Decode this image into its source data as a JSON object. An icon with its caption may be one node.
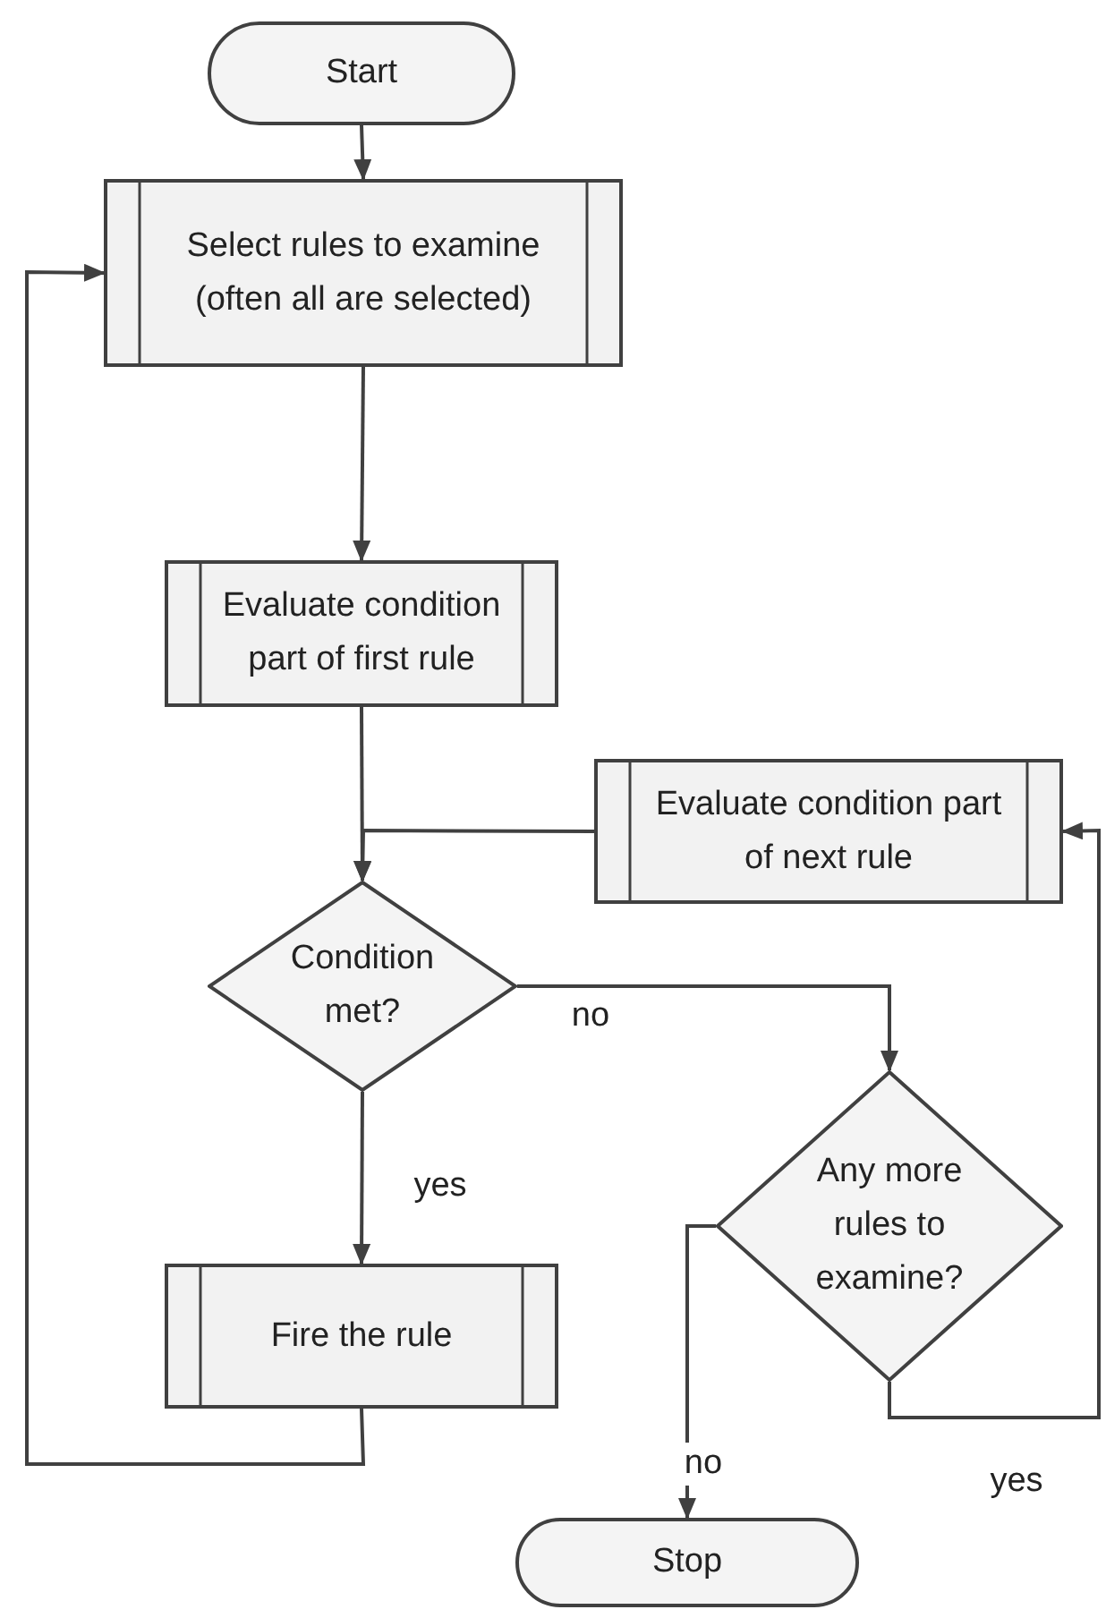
{
  "diagram": {
    "nodes": [
      {
        "text": [
          "Start"
        ]
      },
      {
        "text": [
          "Select rules to examine (often all are selected)"
        ]
      },
      {
        "text": [
          "Evaluate condition part of first rule"
        ]
      },
      {
        "text": [
          "Evaluate condition part of next rule"
        ]
      },
      {
        "text": [
          "Condition met?"
        ]
      },
      {
        "text": [
          "Any more rules to examine?"
        ]
      },
      {
        "text": [
          "Fire the rule"
        ]
      },
      {
        "text": [
          "Stop"
        ]
      }
    ],
    "edges": [
      {
        "from": 0,
        "to": 1,
        "arrow": "to"
      },
      {
        "from": 1,
        "to": 2,
        "arrow": "to"
      },
      {
        "from": 2,
        "to": 4,
        "arrow": "to"
      },
      {
        "from": 3,
        "to": 4,
        "arrow": "to"
      },
      {
        "from": 4,
        "to": 5,
        "arrow": "to",
        "label": "no"
      },
      {
        "from": 4,
        "to": 6,
        "arrow": "to",
        "label": "yes"
      },
      {
        "from": 6,
        "to": 1,
        "arrow": "to"
      },
      {
        "from": 5,
        "to": 7,
        "arrow": "to",
        "label": "no"
      },
      {
        "from": 5,
        "to": 3,
        "arrow": "to",
        "label": "yes"
      }
    ]
  }
}
